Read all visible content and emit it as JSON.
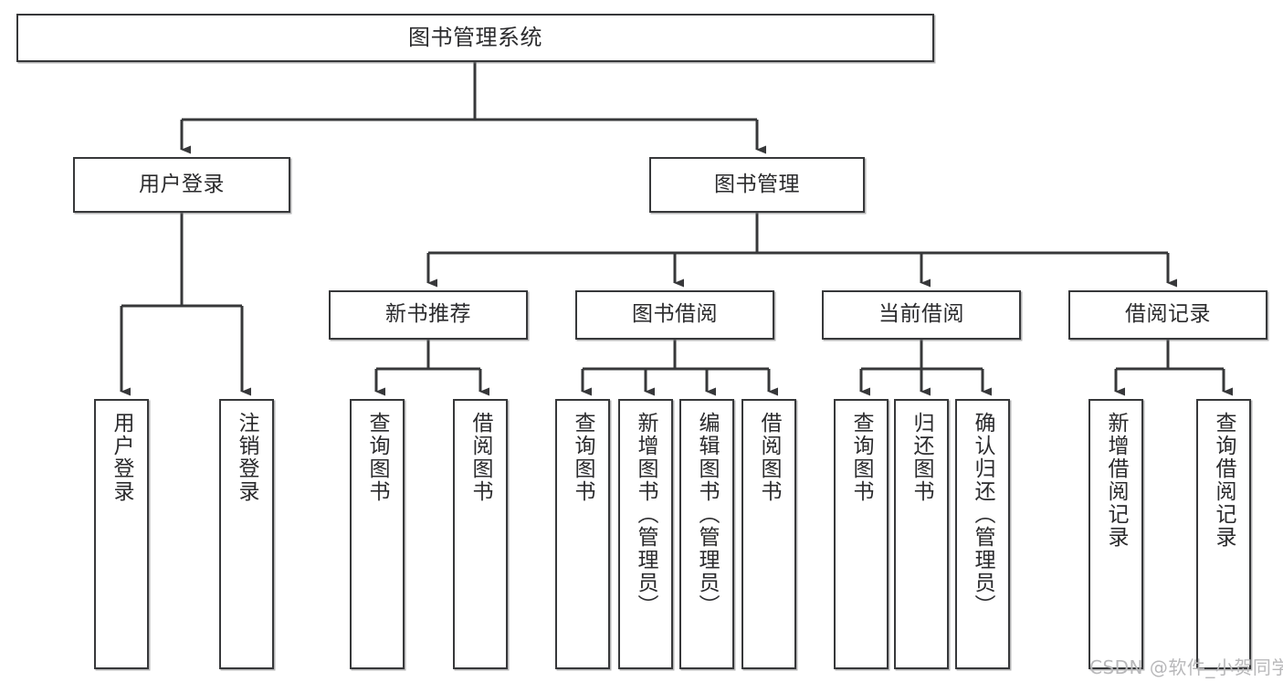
{
  "diagram": {
    "title": "图书管理系统",
    "background_color": "#ffffff",
    "line_color": "#37383a",
    "text_color": "#2b2b2d",
    "root": {
      "label": "图书管理系统"
    },
    "level2": [
      {
        "label": "用户登录"
      },
      {
        "label": "图书管理"
      }
    ],
    "level3": [
      {
        "label": "新书推荐"
      },
      {
        "label": "图书借阅"
      },
      {
        "label": "当前借阅"
      },
      {
        "label": "借阅记录"
      }
    ],
    "leaves": [
      {
        "label": "用户登录"
      },
      {
        "label": "注销登录"
      },
      {
        "label": "查询图书"
      },
      {
        "label": "借阅图书"
      },
      {
        "label": "查询图书"
      },
      {
        "label": "新增图书（管理员）"
      },
      {
        "label": "编辑图书（管理员）"
      },
      {
        "label": "借阅图书"
      },
      {
        "label": "查询图书"
      },
      {
        "label": "归还图书"
      },
      {
        "label": "确认归还（管理员）"
      },
      {
        "label": "新增借阅记录"
      },
      {
        "label": "查询借阅记录"
      }
    ],
    "watermark": "CSDN @软件_小贺同学"
  }
}
